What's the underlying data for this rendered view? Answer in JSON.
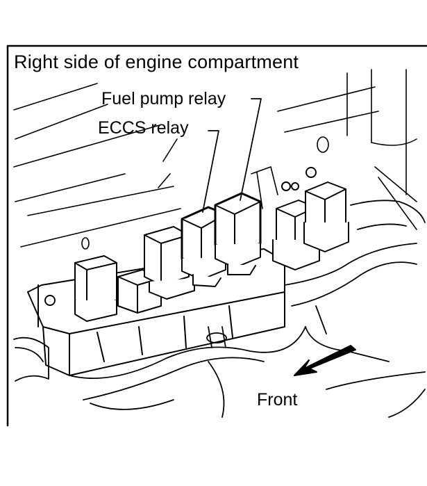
{
  "diagram": {
    "title": "Right side of engine compartment",
    "labels": {
      "fuel_pump_relay": "Fuel pump relay",
      "eccs_relay": "ECCS relay",
      "front": "Front"
    }
  }
}
